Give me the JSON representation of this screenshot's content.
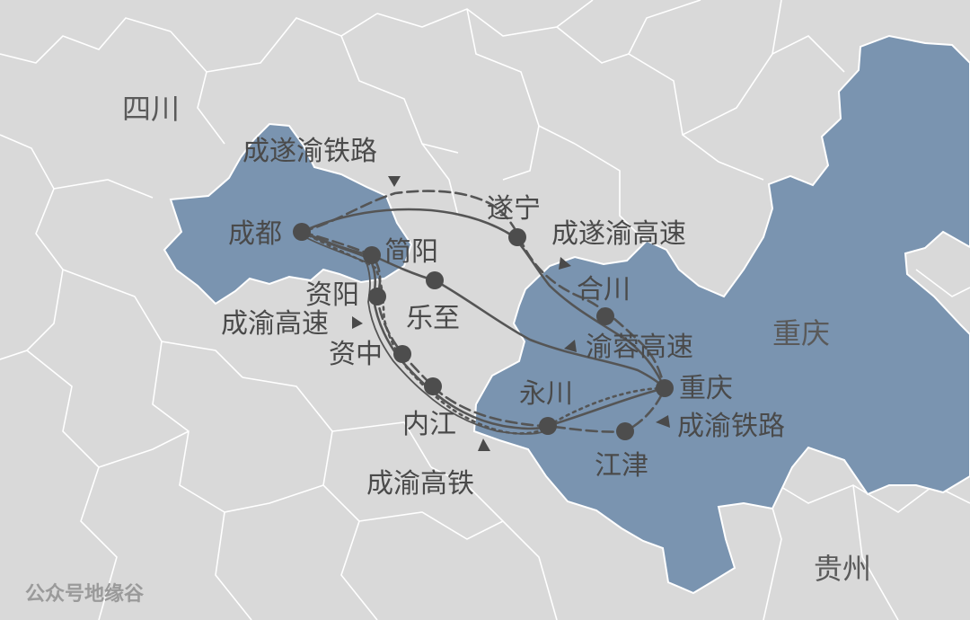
{
  "colors": {
    "background": "#d9d9d9",
    "highlight": "#7a94b0",
    "border": "#ffffff",
    "route": "#555555",
    "city_dot": "#4d4d4d",
    "text": "#4a4a4a"
  },
  "regions": [
    {
      "id": "sichuan",
      "name": "四川"
    },
    {
      "id": "chongqing",
      "name": "重庆"
    },
    {
      "id": "guizhou",
      "name": "贵州"
    }
  ],
  "cities": [
    {
      "id": "chengdu",
      "name": "成都"
    },
    {
      "id": "jianyang",
      "name": "简阳"
    },
    {
      "id": "ziyang",
      "name": "资阳"
    },
    {
      "id": "lezhi",
      "name": "乐至"
    },
    {
      "id": "zizhong",
      "name": "资中"
    },
    {
      "id": "neijiang",
      "name": "内江"
    },
    {
      "id": "suining",
      "name": "遂宁"
    },
    {
      "id": "hechuan",
      "name": "合川"
    },
    {
      "id": "yongchuan",
      "name": "永川"
    },
    {
      "id": "chongqing",
      "name": "重庆"
    },
    {
      "id": "jiangjin",
      "name": "江津"
    }
  ],
  "routes": [
    {
      "id": "chengsuiyu-railway",
      "name": "成遂渝铁路",
      "style": "dashed"
    },
    {
      "id": "chengsuiyu-expressway",
      "name": "成遂渝高速",
      "style": "solid"
    },
    {
      "id": "yurong-expressway",
      "name": "渝蓉高速",
      "style": "solid"
    },
    {
      "id": "chengyu-railway",
      "name": "成渝铁路",
      "style": "dashed"
    },
    {
      "id": "chengyu-expressway",
      "name": "成渝高速",
      "style": "solid"
    },
    {
      "id": "chengyu-hsr",
      "name": "成渝高铁",
      "style": "dotted"
    }
  ],
  "watermark": "公众号地缘谷"
}
